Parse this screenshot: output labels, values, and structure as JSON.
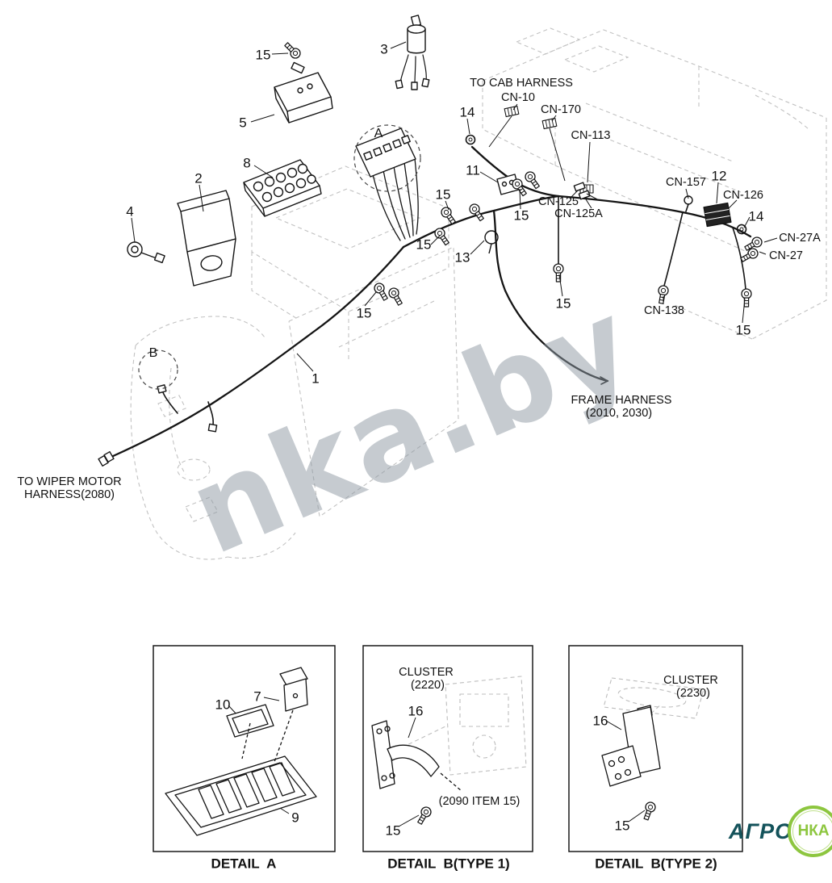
{
  "watermark": "nka.by",
  "logo": {
    "agro": "АГРО",
    "nka": "НКА"
  },
  "notes": {
    "to_cab_harness": "TO CAB HARNESS",
    "frame_harness_line1": "FRAME HARNESS",
    "frame_harness_line2": "(2010, 2030)",
    "to_wiper_line1": "TO WIPER MOTOR",
    "to_wiper_line2": "HARNESS(2080)"
  },
  "connector_labels": [
    "CN-10",
    "CN-170",
    "CN-113",
    "CN-157",
    "CN-126",
    "CN-125",
    "CN-125A",
    "CN-27A",
    "CN-27",
    "CN-138"
  ],
  "callouts": [
    "15",
    "3",
    "14",
    "5",
    "8",
    "11",
    "2",
    "12",
    "15",
    "4",
    "14",
    "15",
    "15",
    "13",
    "15",
    "15",
    "15",
    "1"
  ],
  "detail_markers": {
    "a": "A",
    "b": "B"
  },
  "details": {
    "a": {
      "caption": "DETAIL  A",
      "callouts": [
        "10",
        "7",
        "9"
      ]
    },
    "b1": {
      "caption": "DETAIL  B(TYPE 1)",
      "cluster_line1": "CLUSTER",
      "cluster_line2": "(2220)",
      "note": "(2090 ITEM 15)",
      "callouts": [
        "16",
        "15"
      ]
    },
    "b2": {
      "caption": "DETAIL  B(TYPE 2)",
      "cluster_line1": "CLUSTER",
      "cluster_line2": "(2230)",
      "callouts": [
        "16",
        "15"
      ]
    }
  }
}
